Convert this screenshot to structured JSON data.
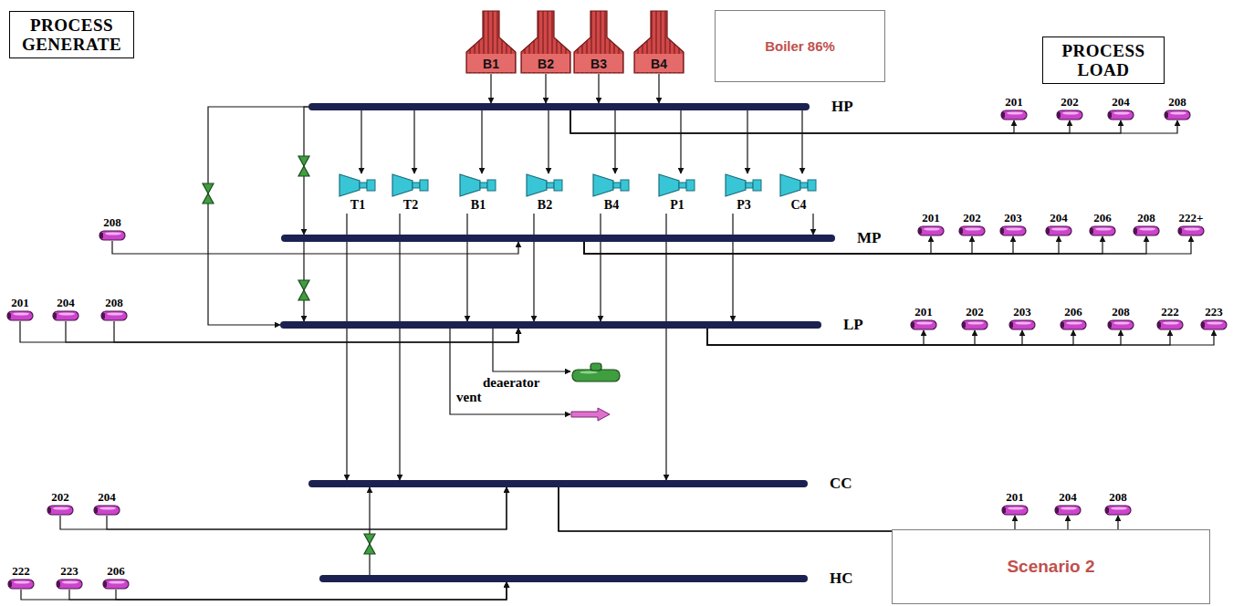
{
  "diagram": {
    "nodes": [
      {
        "text": [
          "PROCESS GENERATE"
        ]
      },
      {
        "text": [
          "B1"
        ]
      },
      {
        "text": [
          "B2"
        ]
      },
      {
        "text": [
          "B3"
        ]
      },
      {
        "text": [
          "B4"
        ]
      },
      {
        "text": [
          "Boiler 86%"
        ]
      },
      {
        "text": [
          "PROCESS LOAD"
        ]
      },
      {
        "text": [
          "HP"
        ]
      },
      {
        "text": [
          "201"
        ]
      },
      {
        "text": [
          "202"
        ]
      },
      {
        "text": [
          "204"
        ]
      },
      {
        "text": [
          "208"
        ]
      },
      {
        "text": [
          "T1"
        ]
      },
      {
        "text": [
          "T2"
        ]
      },
      {
        "text": [
          "B1"
        ]
      },
      {
        "text": [
          "B2"
        ]
      },
      {
        "text": [
          "B4"
        ]
      },
      {
        "text": [
          "P1"
        ]
      },
      {
        "text": [
          "P3"
        ]
      },
      {
        "text": [
          "C4"
        ]
      },
      {
        "text": [
          "208"
        ]
      },
      {
        "text": [
          "MP"
        ]
      },
      {
        "text": [
          "201"
        ]
      },
      {
        "text": [
          "202"
        ]
      },
      {
        "text": [
          "203"
        ]
      },
      {
        "text": [
          "204"
        ]
      },
      {
        "text": [
          "206"
        ]
      },
      {
        "text": [
          "208"
        ]
      },
      {
        "text": [
          "222+"
        ]
      },
      {
        "text": [
          "201"
        ]
      },
      {
        "text": [
          "204"
        ]
      },
      {
        "text": [
          "208"
        ]
      },
      {
        "text": [
          "LP"
        ]
      },
      {
        "text": [
          "201"
        ]
      },
      {
        "text": [
          "202"
        ]
      },
      {
        "text": [
          "203"
        ]
      },
      {
        "text": [
          "206"
        ]
      },
      {
        "text": [
          "208"
        ]
      },
      {
        "text": [
          "222"
        ]
      },
      {
        "text": [
          "223"
        ]
      },
      {
        "text": [
          "deaerator"
        ]
      },
      {
        "text": [
          "vent"
        ]
      },
      {
        "text": [
          "202"
        ]
      },
      {
        "text": [
          "204"
        ]
      },
      {
        "text": [
          "CC"
        ]
      },
      {
        "text": [
          "201"
        ]
      },
      {
        "text": [
          "204"
        ]
      },
      {
        "text": [
          "208"
        ]
      },
      {
        "text": [
          "222"
        ]
      },
      {
        "text": [
          "223"
        ]
      },
      {
        "text": [
          "206"
        ]
      },
      {
        "text": [
          "HC"
        ]
      },
      {
        "text": [
          "Scenario 2"
        ]
      }
    ],
    "edges": [
      {
        "from": 1,
        "to": 7,
        "arrow": "to"
      },
      {
        "from": 2,
        "to": 7,
        "arrow": "to"
      },
      {
        "from": 3,
        "to": 7,
        "arrow": "to"
      },
      {
        "from": 4,
        "to": 7,
        "arrow": "to"
      },
      {
        "from": 7,
        "to": 12,
        "arrow": "to"
      },
      {
        "from": 7,
        "to": 13,
        "arrow": "to"
      },
      {
        "from": 7,
        "to": 14,
        "arrow": "to"
      },
      {
        "from": 7,
        "to": 15,
        "arrow": "to"
      },
      {
        "from": 7,
        "to": 16,
        "arrow": "to"
      },
      {
        "from": 7,
        "to": 17,
        "arrow": "to"
      },
      {
        "from": 7,
        "to": 18,
        "arrow": "to"
      },
      {
        "from": 7,
        "to": 19,
        "arrow": "to"
      },
      {
        "from": 12,
        "to": 44,
        "arrow": "to"
      },
      {
        "from": 13,
        "to": 44,
        "arrow": "to"
      },
      {
        "from": 14,
        "to": 32,
        "arrow": "to"
      },
      {
        "from": 15,
        "to": 32,
        "arrow": "to"
      },
      {
        "from": 16,
        "to": 32,
        "arrow": "to"
      },
      {
        "from": 17,
        "to": 44,
        "arrow": "to"
      },
      {
        "from": 18,
        "to": 32,
        "arrow": "to"
      },
      {
        "from": 19,
        "to": 21,
        "arrow": "to"
      },
      {
        "from": 7,
        "to": 8,
        "arrow": "to"
      },
      {
        "from": 7,
        "to": 9,
        "arrow": "to"
      },
      {
        "from": 7,
        "to": 10,
        "arrow": "to"
      },
      {
        "from": 7,
        "to": 11,
        "arrow": "to"
      },
      {
        "from": 7,
        "to": 21,
        "arrow": "to"
      },
      {
        "from": 7,
        "to": 32,
        "arrow": "to"
      },
      {
        "from": 21,
        "to": 32,
        "arrow": "to"
      },
      {
        "from": 20,
        "to": 21,
        "arrow": "to"
      },
      {
        "from": 21,
        "to": 22,
        "arrow": "to"
      },
      {
        "from": 21,
        "to": 23,
        "arrow": "to"
      },
      {
        "from": 21,
        "to": 24,
        "arrow": "to"
      },
      {
        "from": 21,
        "to": 25,
        "arrow": "to"
      },
      {
        "from": 21,
        "to": 26,
        "arrow": "to"
      },
      {
        "from": 21,
        "to": 27,
        "arrow": "to"
      },
      {
        "from": 21,
        "to": 28,
        "arrow": "to"
      },
      {
        "from": 29,
        "to": 32,
        "arrow": "to"
      },
      {
        "from": 30,
        "to": 32,
        "arrow": "to"
      },
      {
        "from": 31,
        "to": 32,
        "arrow": "to"
      },
      {
        "from": 32,
        "to": 33,
        "arrow": "to"
      },
      {
        "from": 32,
        "to": 34,
        "arrow": "to"
      },
      {
        "from": 32,
        "to": 35,
        "arrow": "to"
      },
      {
        "from": 32,
        "to": 36,
        "arrow": "to"
      },
      {
        "from": 32,
        "to": 37,
        "arrow": "to"
      },
      {
        "from": 32,
        "to": 38,
        "arrow": "to"
      },
      {
        "from": 32,
        "to": 39,
        "arrow": "to"
      },
      {
        "from": 32,
        "to": 40,
        "arrow": "to"
      },
      {
        "from": 32,
        "to": 41,
        "arrow": "to"
      },
      {
        "from": 42,
        "to": 44,
        "arrow": "to"
      },
      {
        "from": 43,
        "to": 44,
        "arrow": "to"
      },
      {
        "from": 44,
        "to": 45,
        "arrow": "to"
      },
      {
        "from": 44,
        "to": 46,
        "arrow": "to"
      },
      {
        "from": 44,
        "to": 47,
        "arrow": "to"
      },
      {
        "from": 51,
        "to": 44,
        "arrow": "to"
      },
      {
        "from": 48,
        "to": 51,
        "arrow": "to"
      },
      {
        "from": 49,
        "to": 51,
        "arrow": "to"
      },
      {
        "from": 50,
        "to": 51,
        "arrow": "to"
      }
    ]
  }
}
